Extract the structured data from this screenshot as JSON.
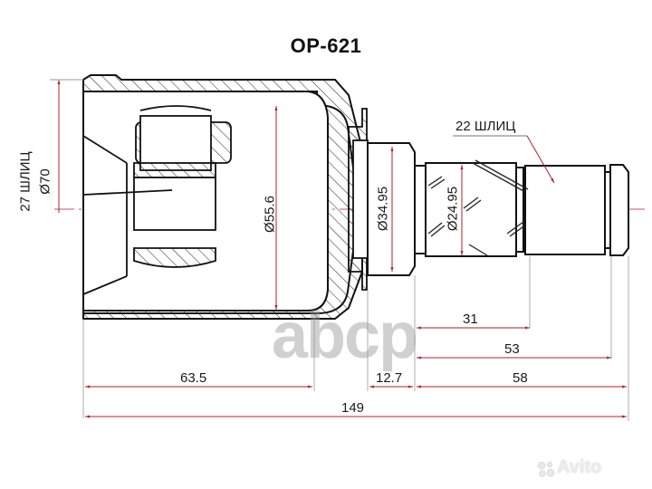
{
  "title": "OP-621",
  "labels": {
    "outer_splines": "27 ШЛИЦ",
    "outer_diameter": "Ø70",
    "inner_diameter": "Ø55.6",
    "seal_diameter": "Ø34.95",
    "shaft_diameter": "Ø24.95",
    "shaft_splines": "22 ШЛИЦ"
  },
  "dimensions": {
    "d31": "31",
    "d53": "53",
    "d63_5": "63.5",
    "d12_7": "12.7",
    "d58": "58",
    "d149": "149"
  },
  "watermark": "abcp",
  "brand": "Avito",
  "colors": {
    "outline": "#111111",
    "dimension": "#b0202a",
    "watermark": "#9a9a9a"
  }
}
